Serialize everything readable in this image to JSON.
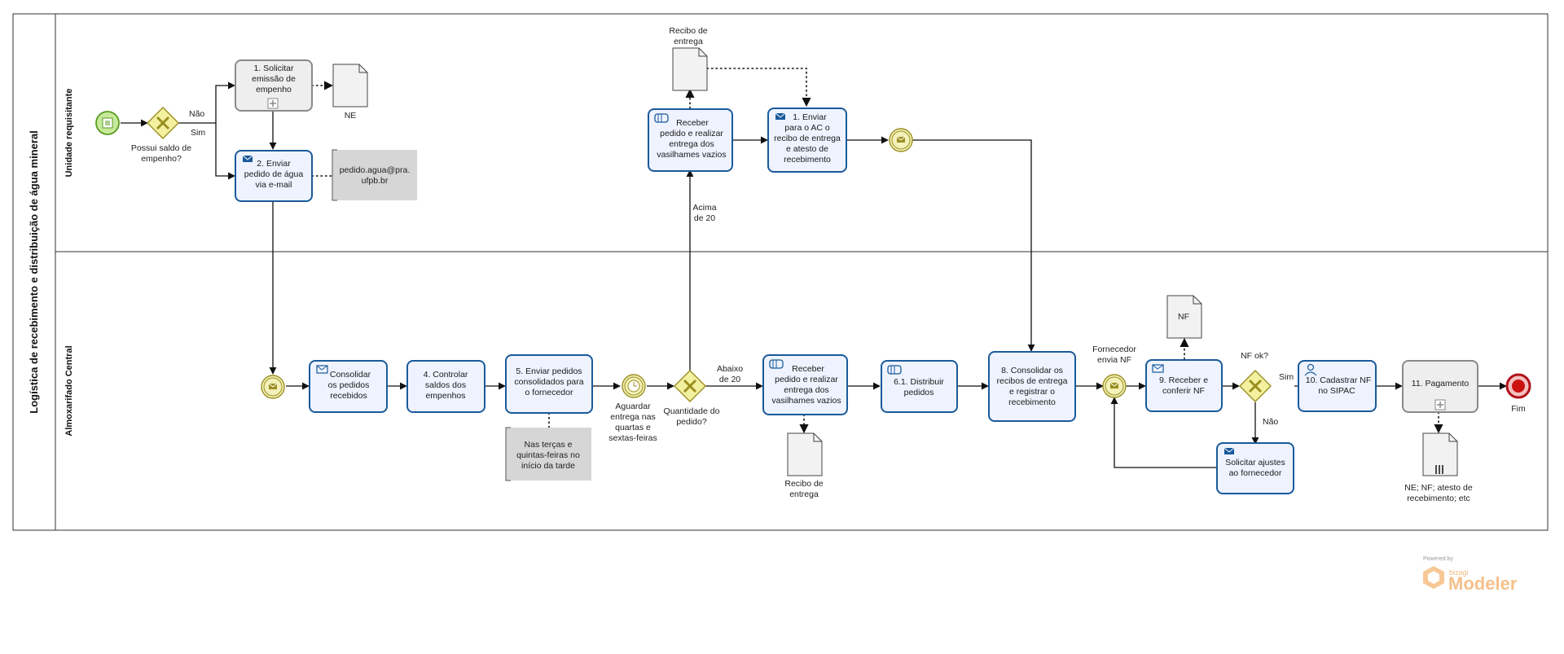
{
  "pool": {
    "title": "Logística de recebimento e distribuição de água mineral"
  },
  "lanes": {
    "top": "Unidade requisitante",
    "bottom": "Almoxarifado Central"
  },
  "tasks": {
    "t1": [
      "1. Solicitar",
      "emissão de",
      "empenho"
    ],
    "t2": [
      "2. Enviar",
      "pedido de água",
      "via e-mail"
    ],
    "t3": [
      "Consolidar",
      "os pedidos",
      "recebidos"
    ],
    "t4": [
      "4. Controlar",
      "saldos dos",
      "empenhos"
    ],
    "t5": [
      "5. Enviar pedidos",
      "consolidados para",
      "o fornecedor"
    ],
    "t6a": [
      "Receber",
      "pedido e realizar",
      "entrega dos",
      "vasilhames vazios"
    ],
    "t6b": [
      "Receber",
      "pedido e realizar",
      "entrega dos",
      "vasilhames vazios"
    ],
    "t71": [
      "1. Enviar",
      "para o AC o",
      "recibo de entrega",
      "e atesto de",
      "recebimento"
    ],
    "t61": [
      "6.1. Distribuir",
      "pedidos"
    ],
    "t8": [
      "8. Consolidar os",
      "recibos de entrega",
      "e registrar o",
      "recebimento"
    ],
    "t9": [
      "9. Receber e",
      "conferir NF"
    ],
    "t10": [
      "10. Cadastrar NF",
      "no SIPAC"
    ],
    "t11": [
      "11. Pagamento"
    ],
    "tAjuste": [
      "Solicitar ajustes",
      "ao fornecedor"
    ]
  },
  "gateways": {
    "g1": [
      "Possui saldo de",
      "empenho?"
    ],
    "g2": [
      "Quantidade do",
      "pedido?"
    ],
    "g3": [
      "NF ok?"
    ]
  },
  "flow_labels": {
    "nao1": "Não",
    "sim1": "Sim",
    "acima": [
      "Acima",
      "de 20"
    ],
    "abaixo": [
      "Abaixo",
      "de 20"
    ],
    "sim3": "Sim",
    "nao3": "Não"
  },
  "events": {
    "timer": [
      "Aguardar",
      "entrega nas",
      "quartas e",
      "sextas-feiras"
    ],
    "fornecedor": [
      "Fornecedor",
      "envia NF"
    ],
    "end": "Fim"
  },
  "artifacts": {
    "ne": "NE",
    "email": [
      "pedido.agua@pra.",
      "ufpb.br"
    ],
    "recibo_top": [
      "Recibo de",
      "entrega"
    ],
    "recibo_bottom": [
      "Recibo de",
      "entrega"
    ],
    "nf": "NF",
    "note": [
      "Nas terças e",
      "quintas-feiras no",
      "início da tarde"
    ],
    "docs": [
      "NE; NF; atesto de",
      "recebimento; etc"
    ]
  },
  "watermark": {
    "powered": "Powered by",
    "bizagi": "bizagi",
    "product": "Modeler"
  },
  "colors": {
    "task_border": "#1a5a9a",
    "task_fill": "#eef3ff",
    "gateway_fill": "#f3f0a0",
    "end_event": "#cc1111",
    "start_event": "#7cc442"
  },
  "icons": [
    "message-icon",
    "hand-icon",
    "user-icon",
    "plus-icon",
    "clock-icon",
    "envelope-icon",
    "x-gateway-icon"
  ]
}
